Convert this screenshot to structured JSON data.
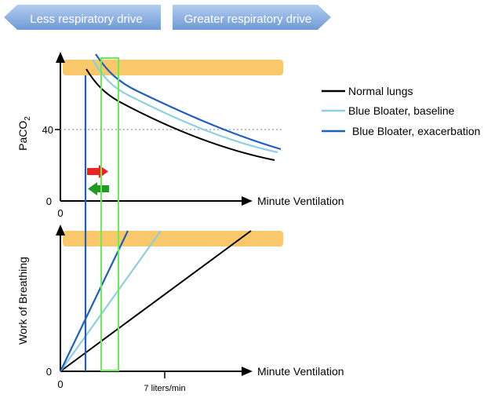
{
  "banner": {
    "left_label": "Less respiratory drive",
    "right_label": "Greater respiratory drive",
    "color": "#8fb4e3"
  },
  "legend": {
    "normal": "Normal lungs",
    "baseline": "Blue Bloater, baseline",
    "exacerbation": "Blue Bloater, exacerbation"
  },
  "colors": {
    "normal": "#000000",
    "baseline": "#8ecfe0",
    "exacerbation": "#1f5fbf",
    "band": "#f9c86a",
    "window": "#66ee55",
    "arrow_right": "#ee2222",
    "arrow_left": "#229922",
    "reference": "#aaaaaa"
  },
  "top_panel": {
    "y_label": "PaCO",
    "y_label_sub": "2",
    "x_label": "Minute Ventilation",
    "tick_40": "40",
    "y_zero": "0",
    "x_zero": "0"
  },
  "bottom_panel": {
    "y_label": "Work of Breathing",
    "x_label": "Minute Ventilation",
    "y_zero": "0",
    "x_zero": "0",
    "x_tick": "7 liters/min"
  }
}
